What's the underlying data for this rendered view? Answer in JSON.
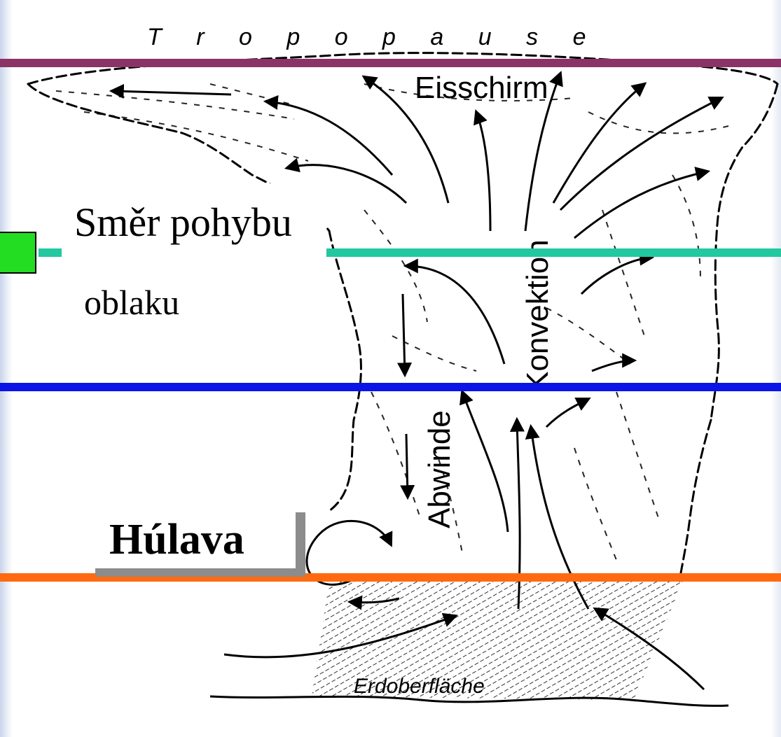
{
  "labels": {
    "tropopause": "T r o p o p a u s e",
    "eisschirm": "Eisschirm",
    "konvektion": "Konvektion",
    "abwinde": "Abwinde",
    "erdoberflache": "Erdoberfläche",
    "smer_line1": "Směr pohybu",
    "smer_line2": "oblaku",
    "hulava": "Húlava"
  },
  "lines": [
    {
      "name": "purple-line",
      "color": "#8b3366"
    },
    {
      "name": "teal-line",
      "color": "#22c8a0"
    },
    {
      "name": "blue-line",
      "color": "#0a14e6"
    },
    {
      "name": "orange-line",
      "color": "#ff6a10"
    }
  ],
  "colors": {
    "green_square": "#22dd22",
    "hulava_shadow": "#8c8c8c"
  }
}
